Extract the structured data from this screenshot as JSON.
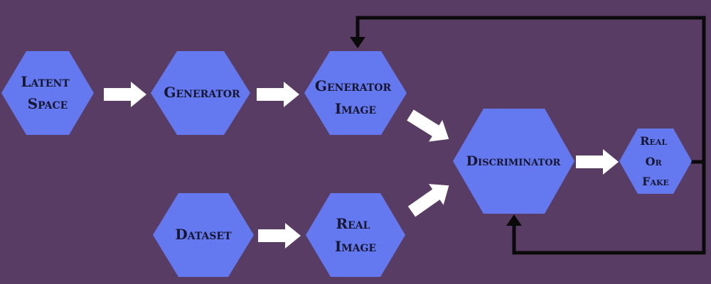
{
  "diagram": {
    "nodes": [
      {
        "id": "latent-space",
        "lines": [
          "Latent",
          "Space"
        ]
      },
      {
        "id": "generator",
        "lines": [
          "Generator"
        ]
      },
      {
        "id": "generator-image",
        "lines": [
          "Generator",
          "Image"
        ]
      },
      {
        "id": "dataset",
        "lines": [
          "Dataset"
        ]
      },
      {
        "id": "real-image",
        "lines": [
          "Real",
          "Image"
        ]
      },
      {
        "id": "discriminator",
        "lines": [
          "Discriminator"
        ]
      },
      {
        "id": "real-or-fake",
        "lines": [
          "Real",
          "Or",
          "Fake"
        ]
      }
    ],
    "edges": [
      {
        "from": "latent-space",
        "to": "generator",
        "style": "white-block-arrow"
      },
      {
        "from": "generator",
        "to": "generator-image",
        "style": "white-block-arrow"
      },
      {
        "from": "generator-image",
        "to": "discriminator",
        "style": "white-block-arrow"
      },
      {
        "from": "dataset",
        "to": "real-image",
        "style": "white-block-arrow"
      },
      {
        "from": "real-image",
        "to": "discriminator",
        "style": "white-block-arrow"
      },
      {
        "from": "discriminator",
        "to": "real-or-fake",
        "style": "white-block-arrow"
      },
      {
        "from": "real-or-fake",
        "to": "generator-image",
        "style": "black-feedback-line"
      },
      {
        "from": "real-or-fake",
        "to": "discriminator",
        "style": "black-feedback-line"
      }
    ],
    "colors": {
      "background": "#593c63",
      "node_fill": "#6478f0",
      "label_text": "#16162e",
      "flow_arrow": "#ffffff",
      "feedback_line": "#0a0a0a"
    }
  }
}
